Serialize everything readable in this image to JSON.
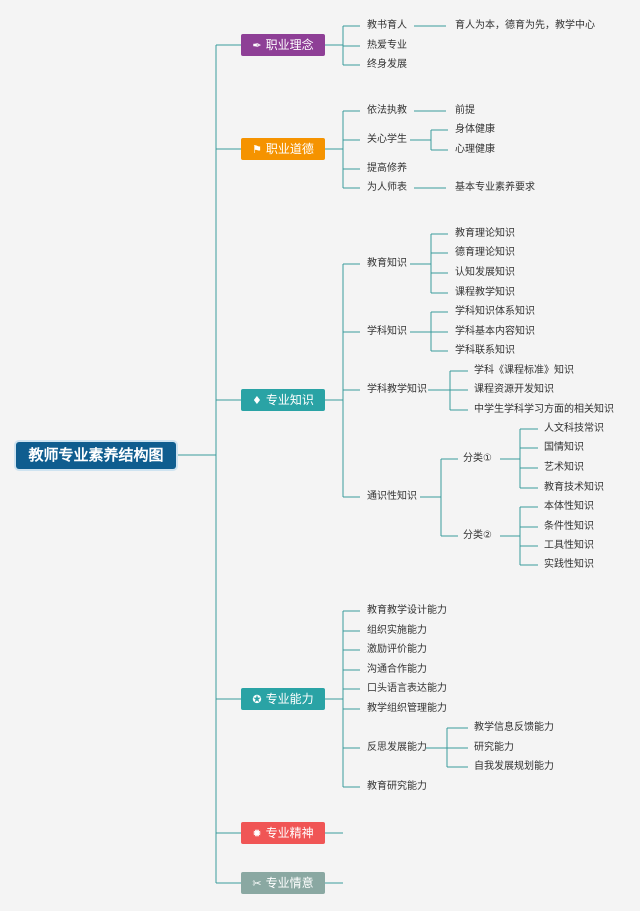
{
  "title": "教师专业素养结构图",
  "branches": [
    {
      "label": "职业理念",
      "color": "#8e3f96",
      "icon": "feather-icon",
      "glyph": "✒"
    },
    {
      "label": "职业道德",
      "color": "#f59300",
      "icon": "flag-icon",
      "glyph": "⚑"
    },
    {
      "label": "专业知识",
      "color": "#2aa3a5",
      "icon": "gem-icon",
      "glyph": "♦"
    },
    {
      "label": "专业能力",
      "color": "#2aa3a5",
      "icon": "medal-icon",
      "glyph": "✪"
    },
    {
      "label": "专业精神",
      "color": "#f05555",
      "icon": "gear-icon",
      "glyph": "✹"
    },
    {
      "label": "专业情意",
      "color": "#8aa8a2",
      "icon": "tools-icon",
      "glyph": "✂"
    }
  ],
  "nodes": {
    "n1": "教书育人",
    "n1a": "育人为本，德育为先，教学中心",
    "n2": "热爱专业",
    "n3": "终身发展",
    "d1": "依法执教",
    "d1a": "前提",
    "d2": "关心学生",
    "d2a": "身体健康",
    "d2b": "心理健康",
    "d3": "提高修养",
    "d4": "为人师表",
    "d4a": "基本专业素养要求",
    "k1": "教育知识",
    "k1a": "教育理论知识",
    "k1b": "德育理论知识",
    "k1c": "认知发展知识",
    "k1d": "课程教学知识",
    "k2": "学科知识",
    "k2a": "学科知识体系知识",
    "k2b": "学科基本内容知识",
    "k2c": "学科联系知识",
    "k3": "学科教学知识",
    "k3a": "学科《课程标准》知识",
    "k3b": "课程资源开发知识",
    "k3c": "中学生学科学习方面的相关知识",
    "k4": "通识性知识",
    "c1": "分类①",
    "c1a": "人文科技常识",
    "c1b": "国情知识",
    "c1c": "艺术知识",
    "c1d": "教育技术知识",
    "c2": "分类②",
    "c2a": "本体性知识",
    "c2b": "条件性知识",
    "c2c": "工具性知识",
    "c2d": "实践性知识",
    "a1": "教育教学设计能力",
    "a2": "组织实施能力",
    "a3": "激励评价能力",
    "a4": "沟通合作能力",
    "a5": "口头语言表达能力",
    "a6": "教学组织管理能力",
    "a7": "反思发展能力",
    "a7a": "教学信息反馈能力",
    "a7b": "研究能力",
    "a7c": "自我发展规划能力",
    "a8": "教育研究能力"
  }
}
